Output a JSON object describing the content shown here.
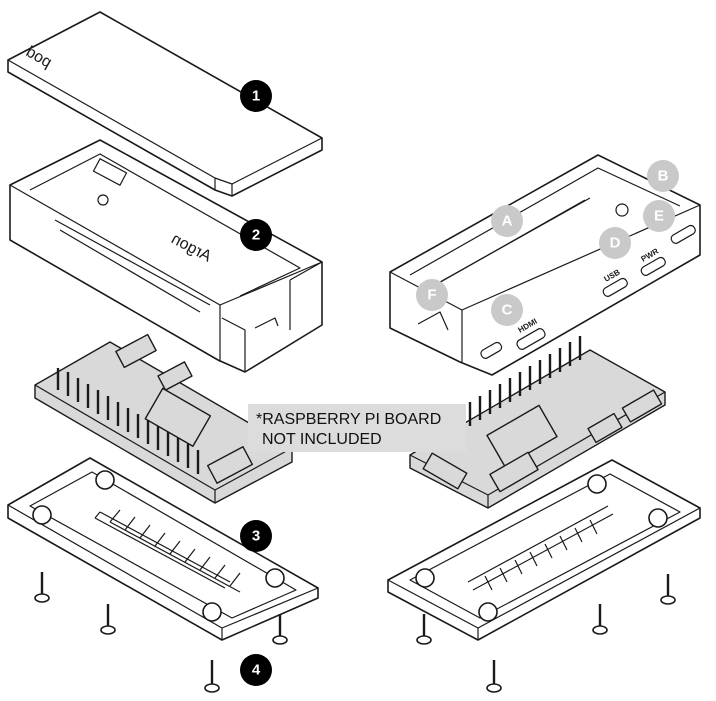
{
  "diagram": {
    "step_labels": [
      "1",
      "2",
      "3",
      "4"
    ],
    "callout_labels": [
      "A",
      "B",
      "C",
      "D",
      "E",
      "F"
    ],
    "port_labels": {
      "hdmi": "HDMI",
      "usb": "USB",
      "pwr": "PWR"
    },
    "logos": {
      "pod": "pod",
      "brand": "Argon"
    },
    "note_line1": "*RASPBERRY PI BOARD",
    "note_line2": "NOT INCLUDED",
    "colors": {
      "callout_grey": "#c9c9c9",
      "note_bg": "#dcdcdc",
      "step_black": "#000000"
    }
  }
}
